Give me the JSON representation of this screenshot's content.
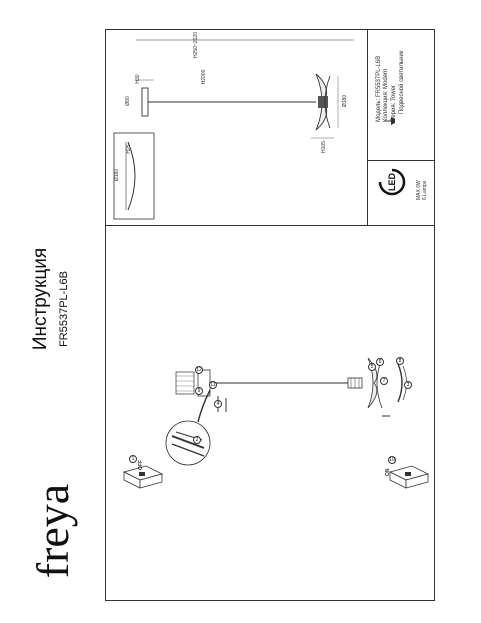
{
  "brand": {
    "logo_text": "freya"
  },
  "header": {
    "title": "Инструкция",
    "model_code": "FR5537PL-L6B"
  },
  "spec_table": {
    "rows": [
      {
        "label": "Модель:",
        "value": "FR5537PL-L6B"
      },
      {
        "label": "Коллекция:",
        "value": "Modern"
      },
      {
        "label": "Серия:",
        "value": "Tower"
      },
      {
        "label": "",
        "value": "Подвесной светильник"
      }
    ]
  },
  "power_box": {
    "led_text": "LED",
    "max_text": "MAX 6W",
    "count_text": "6 Lamps"
  },
  "dimensions": {
    "total_length": "H250~2120",
    "top_h": "H30",
    "rod_h": "H2000",
    "dia_top": "Ø80",
    "dia_shade": "Ø180",
    "shade_h": "H105",
    "detail_dia": "Ø180",
    "detail_h": "H25"
  },
  "steps": {
    "switch_off": "OFF",
    "switch_on": "ON",
    "callouts": [
      "1",
      "2",
      "3",
      "4",
      "5",
      "6",
      "7",
      "8",
      "9",
      "10",
      "11",
      "12"
    ]
  }
}
